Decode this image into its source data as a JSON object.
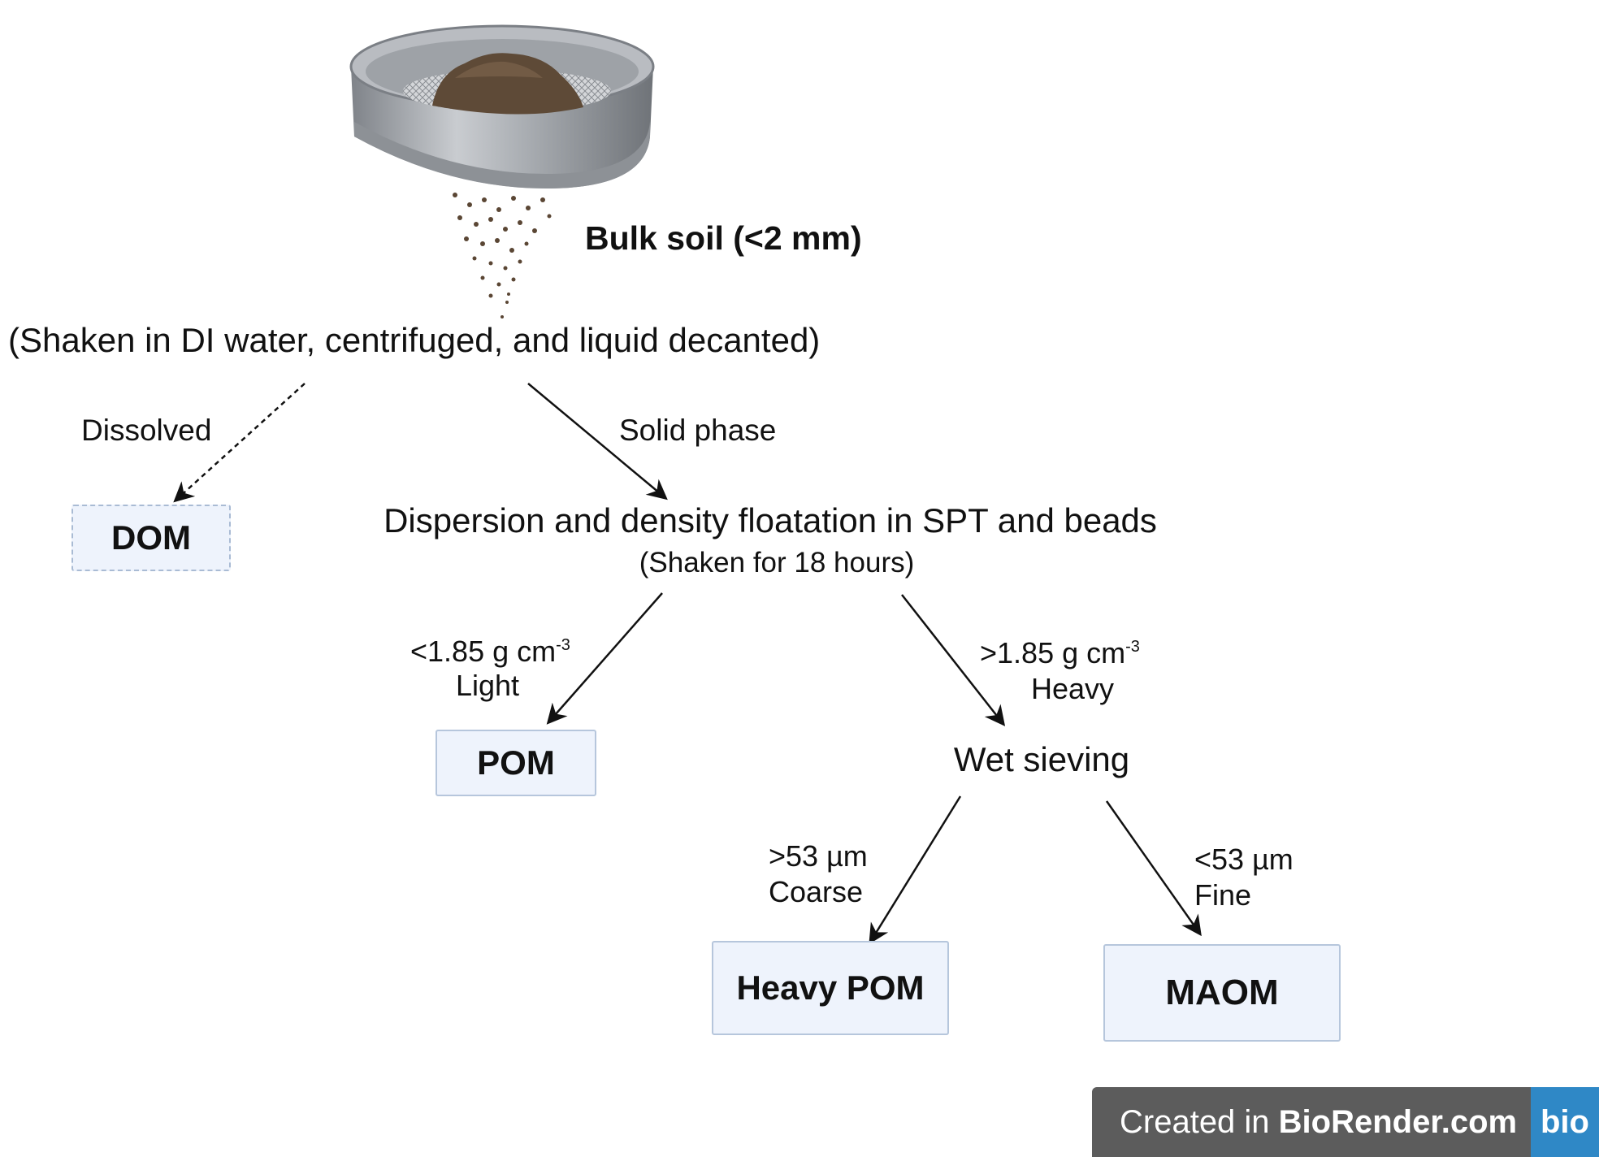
{
  "title": "Bulk soil (<2 mm)",
  "step1": "(Shaken in DI water, centrifuged, and liquid decanted)",
  "branch_dissolved": "Dissolved",
  "branch_solid": "Solid phase",
  "box_dom": "DOM",
  "step2_main": "Dispersion and density floatation in SPT and beads",
  "step2_sub": "(Shaken for 18 hours)",
  "light_density_prefix": "<1.85 g cm",
  "light_exp": "-3",
  "light_label": "Light",
  "heavy_density_prefix": ">1.85 g cm",
  "heavy_exp": "-3",
  "heavy_label": "Heavy",
  "box_pom": "POM",
  "step3": "Wet sieving",
  "coarse_size": ">53 µm",
  "coarse_label": "Coarse",
  "fine_size": "<53 µm",
  "fine_label": "Fine",
  "box_heavy_pom": "Heavy POM",
  "box_maom": "MAOM",
  "badge_prefix": "Created in ",
  "badge_brand": "BioRender.com",
  "badge_logo": "bio",
  "colors": {
    "box_fill": "#eef3fc",
    "box_border": "#b6c6dc",
    "sieve_metal": "#a9adb3",
    "soil": "#5e4a37",
    "badge_bg": "#5c5c5c",
    "badge_logo_bg": "#2f88c6"
  }
}
